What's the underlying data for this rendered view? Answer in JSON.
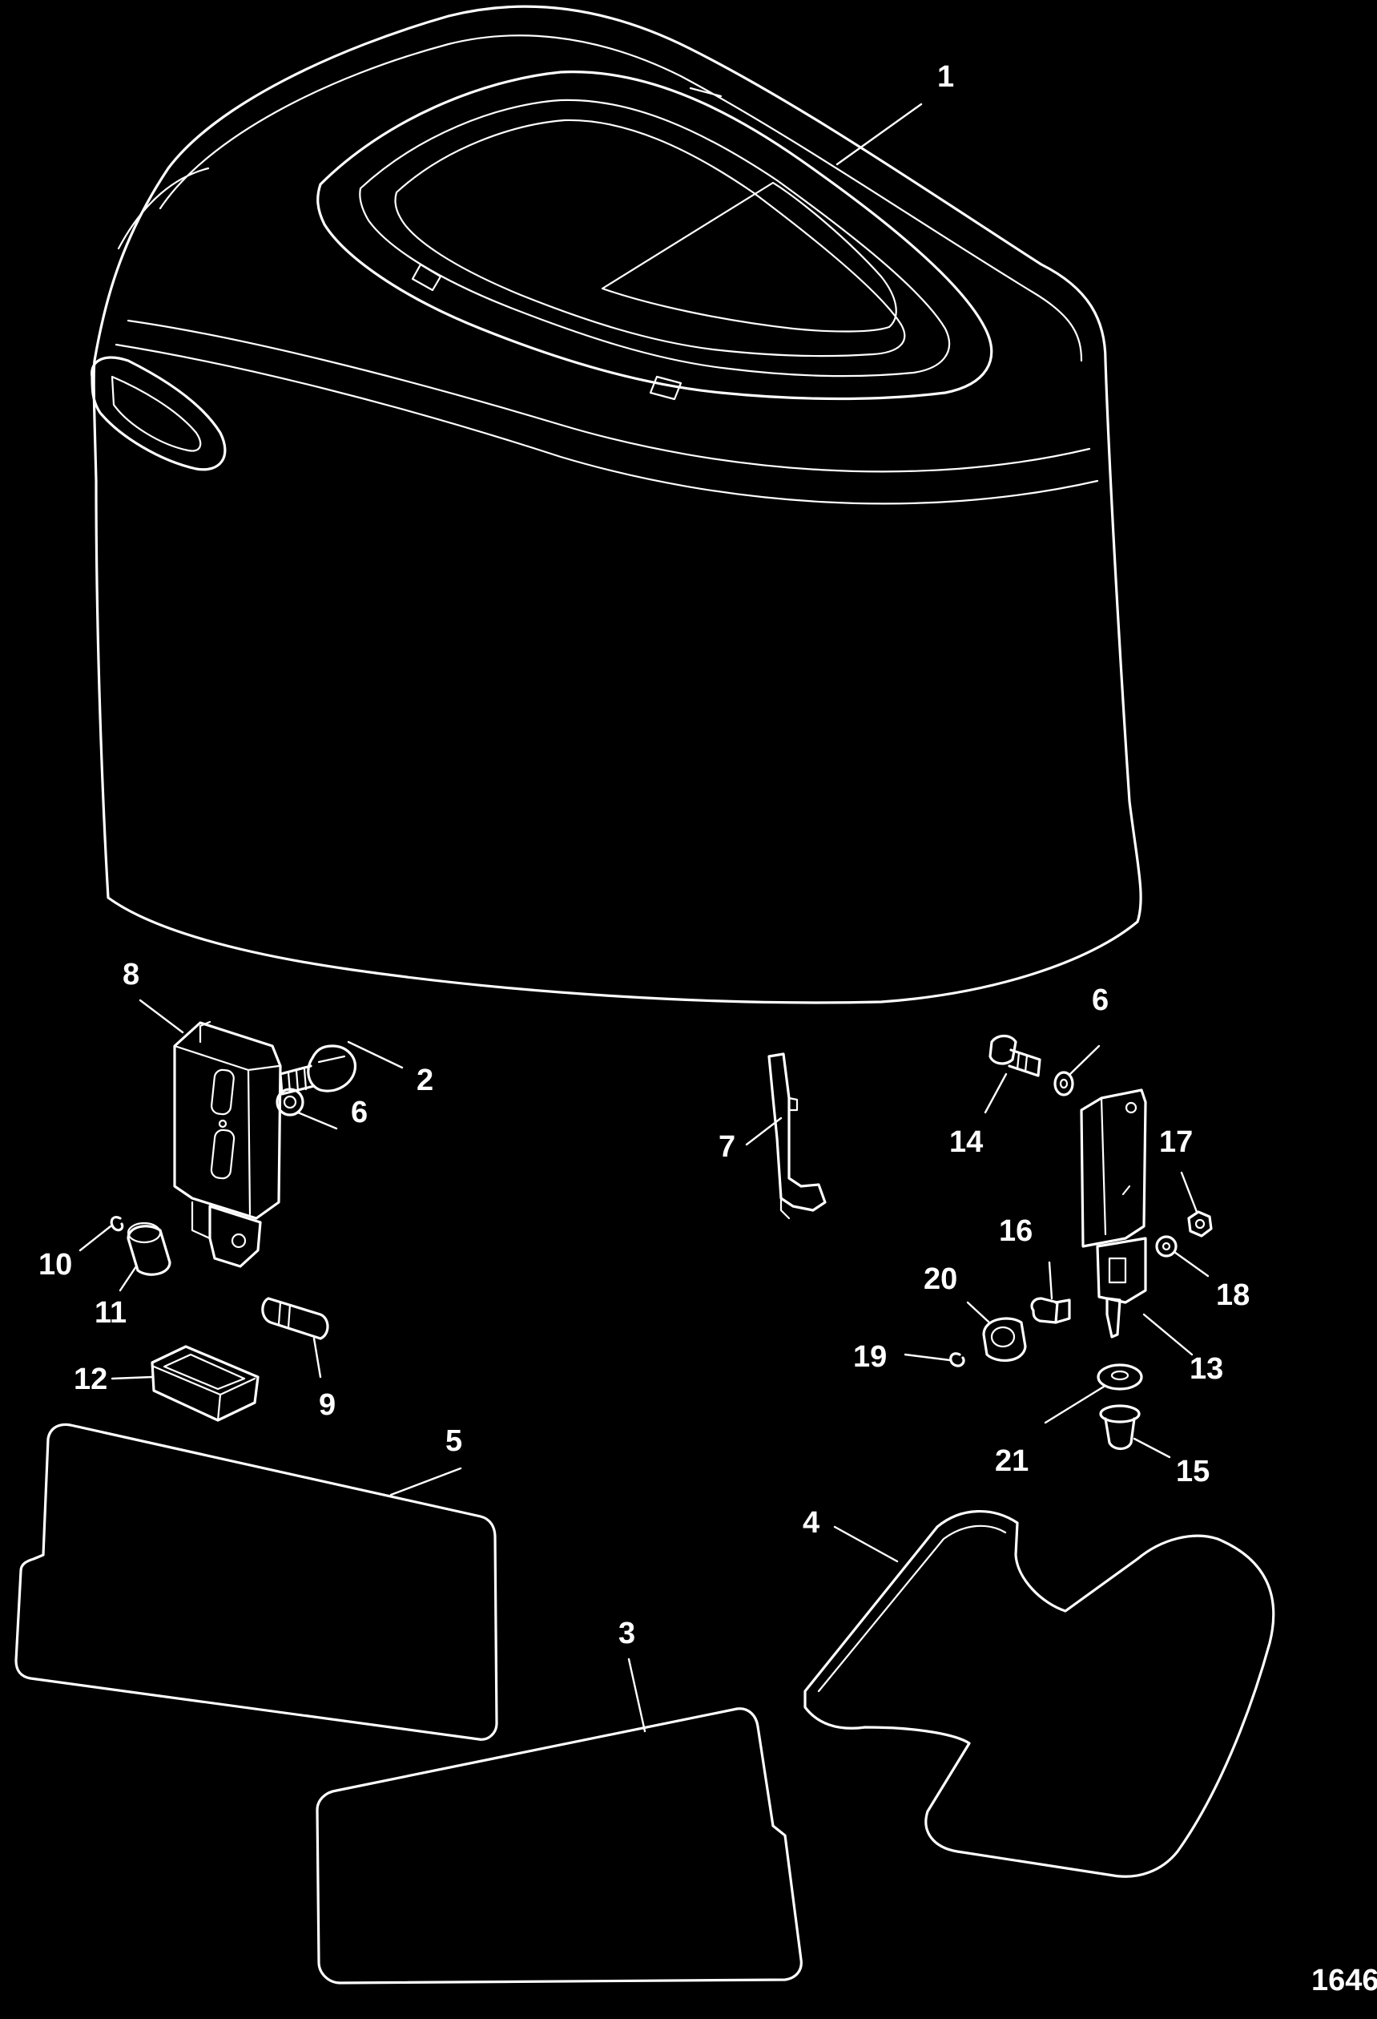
{
  "colors": {
    "background": "#000000",
    "linework": "#ffffff"
  },
  "callouts": {
    "c1": "1",
    "c2": "2",
    "c3": "3",
    "c4": "4",
    "c5": "5",
    "c6a": "6",
    "c6b": "6",
    "c7": "7",
    "c8": "8",
    "c9": "9",
    "c10": "10",
    "c11": "11",
    "c12": "12",
    "c13": "13",
    "c14": "14",
    "c15": "15",
    "c16": "16",
    "c17": "17",
    "c18": "18",
    "c19": "19",
    "c20": "20",
    "c21": "21"
  },
  "figure_id": "1646"
}
